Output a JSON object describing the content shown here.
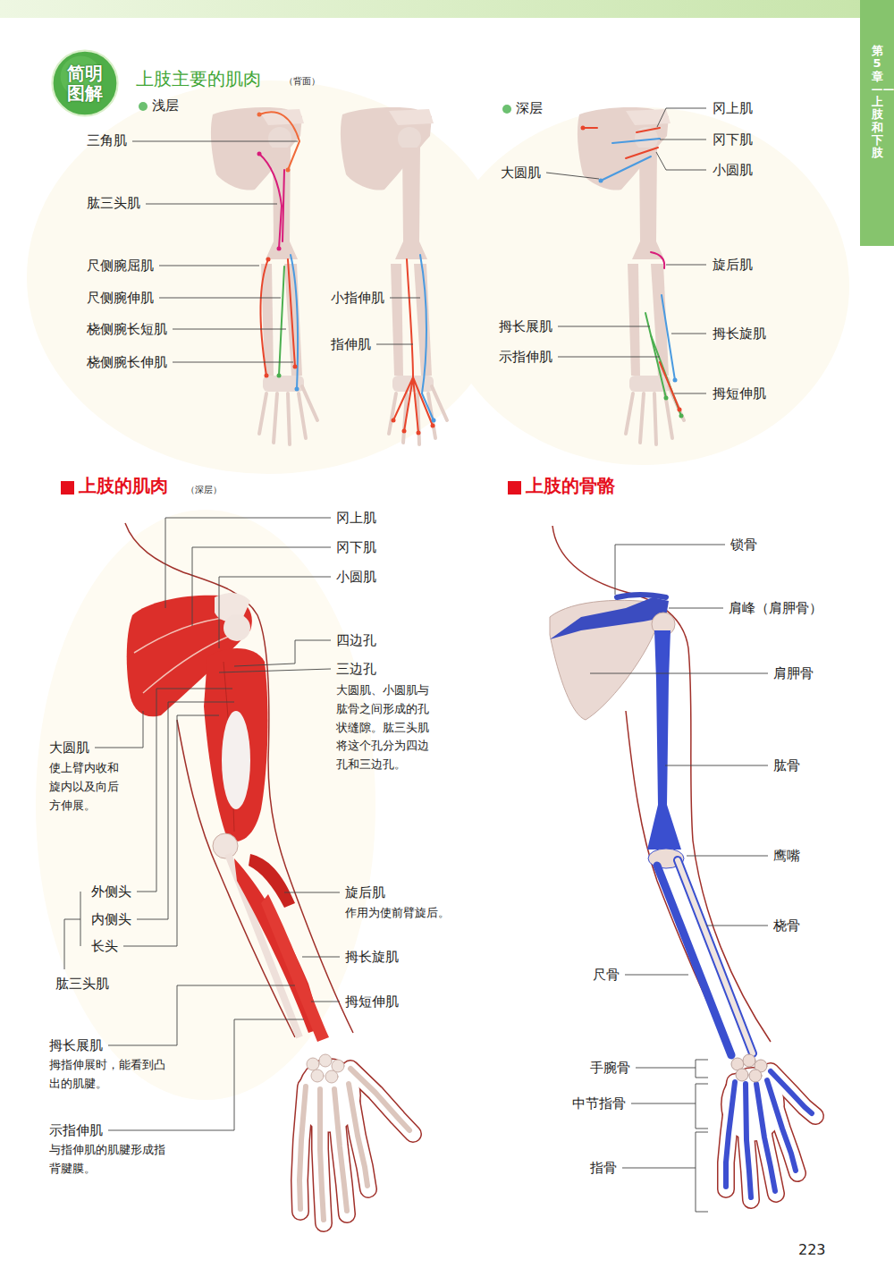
{
  "diagram": {
    "title": "上肢主要的肌肉",
    "nodes": [
      {
        "text": [
          "简明 图解"
        ]
      },
      {
        "text": [
          "第5章——上肢和下肢"
        ]
      }
    ],
    "labels": [
      "（背面）",
      "浅层",
      "三角肌",
      "肱三头肌",
      "尺侧腕屈肌",
      "尺侧腕伸肌",
      "桡侧腕长短肌",
      "桡侧腕长伸肌",
      "小指伸肌",
      "指伸肌",
      "深层",
      "冈上肌",
      "冈下肌",
      "小圆肌",
      "大圆肌",
      "旋后肌",
      "拇长展肌",
      "拇长旋肌",
      "示指伸肌",
      "拇短伸肌",
      "上肢的肌肉",
      "（深层）",
      "冈上肌",
      "冈下肌",
      "小圆肌",
      "四边孔",
      "三边孔",
      "大圆肌、小圆肌与 肱骨之间形成的孔 状缝隙。肱三头肌 将这个孔分为四边 孔和三边孔。",
      "大圆肌",
      "使上臂内收和 旋内以及向后 方伸展。",
      "外侧头",
      "内侧头",
      "长头",
      "肱三头肌",
      "旋后肌",
      "作用为使前臂旋后。",
      "拇长旋肌",
      "拇短伸肌",
      "拇长展肌",
      "拇指伸展时，能看到凸 出的肌腱。",
      "示指伸肌",
      "与指伸肌的肌腱形成指 背腱膜。",
      "上肢的骨骼",
      "锁骨",
      "肩峰（肩胛骨）",
      "肩胛骨",
      "肱骨",
      "鹰嘴",
      "桡骨",
      "尺骨",
      "手腕骨",
      "中节指骨",
      "指骨",
      "223"
    ]
  }
}
